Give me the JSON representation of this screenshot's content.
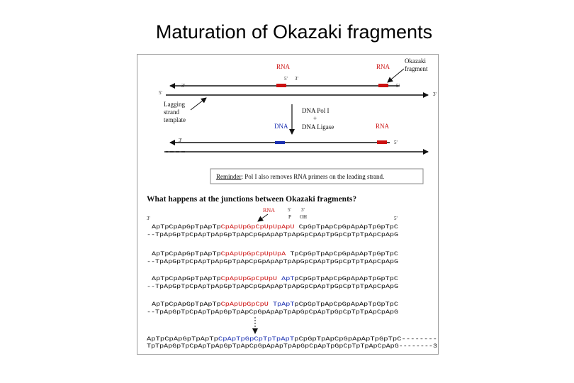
{
  "title": "Maturation of Okazaki fragments",
  "colors": {
    "rna": "#cc1111",
    "dna": "#1a2fb0",
    "text": "#111111"
  },
  "top": {
    "rna_label_left": "RNA",
    "rna_label_right": "RNA",
    "okazaki_label_1": "Okazaki",
    "okazaki_label_2": "fragment",
    "s5": "5'",
    "s3": "3'",
    "lagging_1": "Lagging",
    "lagging_2": "strand",
    "lagging_3": "template",
    "enzyme_1": "DNA Pol I",
    "enzyme_plus": "+",
    "enzyme_2": "DNA Ligase",
    "dna_label": "DNA",
    "rna_label_after": "RNA"
  },
  "reminder": {
    "prefix": "Reminder",
    "text": ": Pol I also removes RNA primers on the leading strand."
  },
  "junction": {
    "question": "What happens at the junctions between Okazaki fragments?",
    "rna_label": "RNA",
    "p_label": "P",
    "oh_label": "OH",
    "s5": "5'",
    "s3": "3'",
    "rows": [
      {
        "top": [
          "ApTpCpApGpTpApTp",
          "CpApUpGpCpUpUpApU",
          " ",
          "CpGpTpApCpGpApApTpGpTpC"
        ],
        "bot": "--TpApGpTpCpApTpApGpTpApCpGpApApTpApGpCpApTpGpCpTpTpApCpApG"
      },
      {
        "top": [
          "ApTpCpApGpTpApTp",
          "CpApUpGpCpUpUpA",
          " ",
          "TpCpGpTpApCpGpApApTpGpTpC"
        ],
        "bot": "--TpApGpTpCpApTpApGpTpApCpGpApApTpApGpCpApTpGpCpTpTpApCpApG"
      },
      {
        "top": [
          "ApTpCpApGpTpApTp",
          "CpApUpGpCpUpU",
          " ApT",
          "pCpGpTpApCpGpApApTpGpTpC"
        ],
        "bot": "--TpApGpTpCpApTpApGpTpApCpGpApApTpApGpCpApTpGpCpTpTpApCpApG"
      },
      {
        "top": [
          "ApTpCpApGpTpApTp",
          "CpApUpGpCpU",
          "  TpApT",
          "pCpGpTpApCpGpApApTpGpTpC"
        ],
        "bot": "--TpApGpTpCpApTpApGpTpApCpGpApApTpApGpCpApTpGpCpTpTpApCpApG"
      },
      {
        "top": [
          "ApTpCpApGpTpApTp",
          "",
          "CpApTpGpCpTpTpApT",
          "pCpGpTpApCpGpApApTpGpTpC--------"
        ],
        "bot": "TpTpApGpTpCpApTpApGpTpApCpGpApApTpApGpCpApTpGpCpTpTpApCpApG--------3"
      }
    ]
  }
}
